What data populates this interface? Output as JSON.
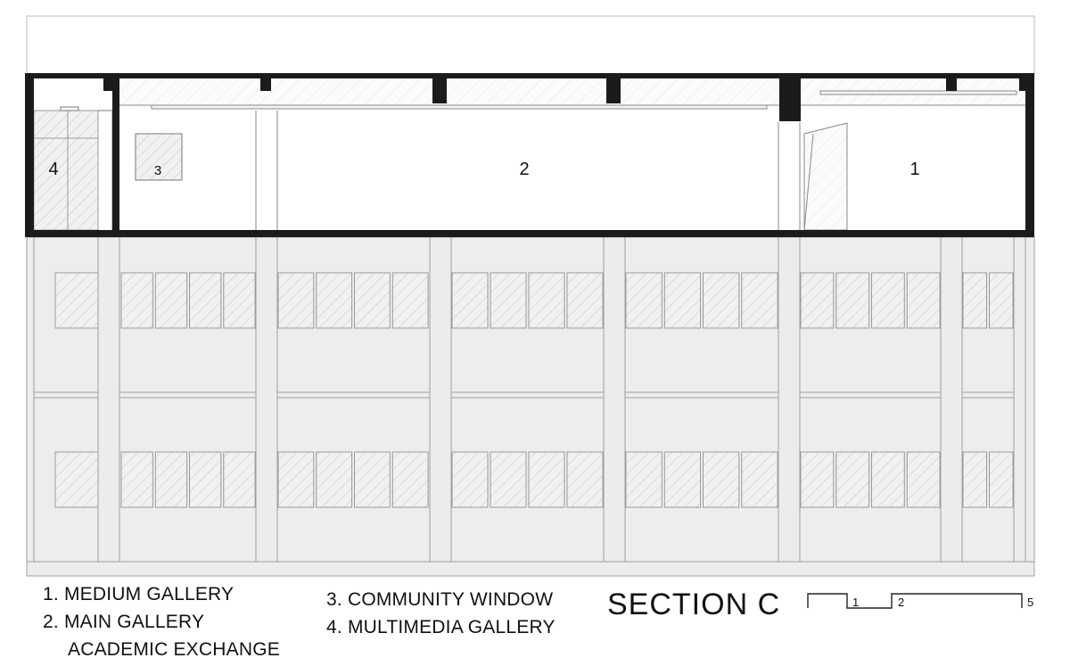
{
  "title": "SECTION  C",
  "room_labels": {
    "r1": "1",
    "r2": "2",
    "r3": "3",
    "r4": "4"
  },
  "legend": {
    "item1": "1.  MEDIUM GALLERY",
    "item2": "2.  MAIN GALLERY",
    "item2b": "ACADEMIC EXCHANGE",
    "item3": "3.  COMMUNITY WINDOW",
    "item4": "4.  MULTIMEDIA GALLERY"
  },
  "scale_bar": {
    "tick1": "1",
    "tick2": "2",
    "tick5": "5"
  },
  "colors": {
    "wall": "#1a1a1a",
    "facade": "#ededed",
    "line": "#9a9a9a",
    "hatch": "#bdbdbd"
  }
}
